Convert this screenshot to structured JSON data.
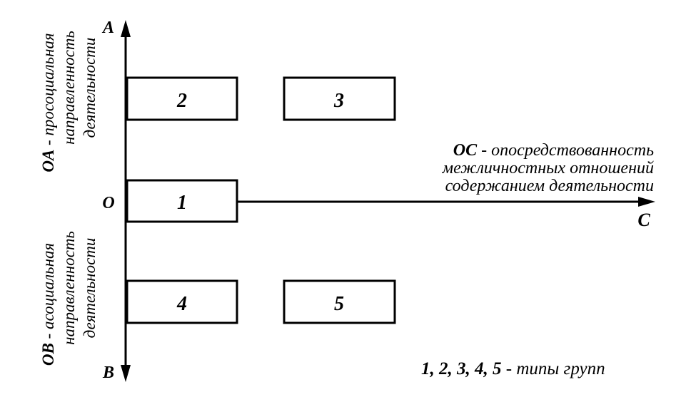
{
  "axes": {
    "top_label": "A",
    "bottom_label": "B",
    "origin_label": "O",
    "right_label": "C"
  },
  "left_annotations": {
    "oa": {
      "code": "OA",
      "line1_rest": " - просоциальная",
      "line2": "направленность",
      "line3": "деятельности"
    },
    "ob": {
      "code": "OB",
      "line1_rest": " - асоциальная",
      "line2": "направленность",
      "line3": "деятельности"
    }
  },
  "oc_annotation": {
    "code": "OC",
    "line1_rest": " - опосредствованность",
    "line2": "межличностных отношений",
    "line3": "содержанием деятельности"
  },
  "boxes": [
    {
      "label": "1"
    },
    {
      "label": "2"
    },
    {
      "label": "3"
    },
    {
      "label": "4"
    },
    {
      "label": "5"
    }
  ],
  "legend": {
    "numbers": "1, 2, 3, 4, 5",
    "text": " - типы групп"
  }
}
